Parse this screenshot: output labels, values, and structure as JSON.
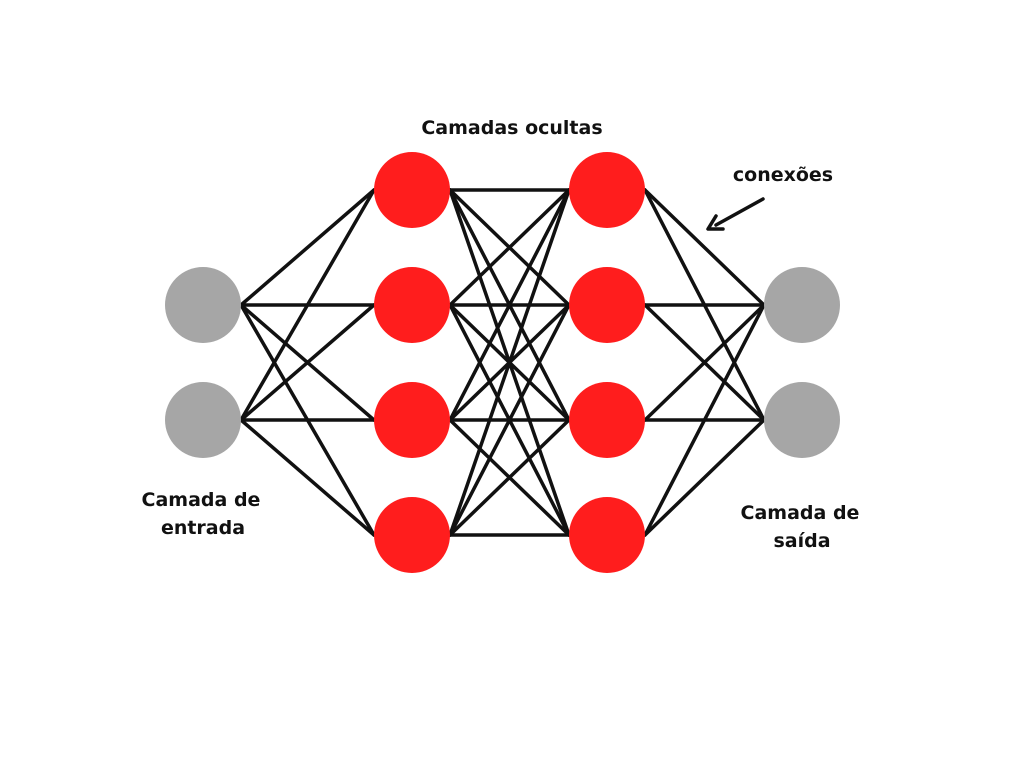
{
  "colors": {
    "background": "#ffffff",
    "hidden_node": "#ff1d1d",
    "io_node": "#a6a6a6",
    "connection": "#111111",
    "text": "#111111"
  },
  "labels": {
    "hidden_layers": "Camadas ocultas",
    "connections": "conexões",
    "input_layer_line1": "Camada de",
    "input_layer_line2": "entrada",
    "output_layer_line1": "Camada de",
    "output_layer_line2": "saída"
  },
  "network": {
    "layer_sizes": [
      2,
      4,
      4,
      2
    ],
    "layer_roles": [
      "input",
      "hidden",
      "hidden",
      "output"
    ],
    "fully_connected": true
  }
}
